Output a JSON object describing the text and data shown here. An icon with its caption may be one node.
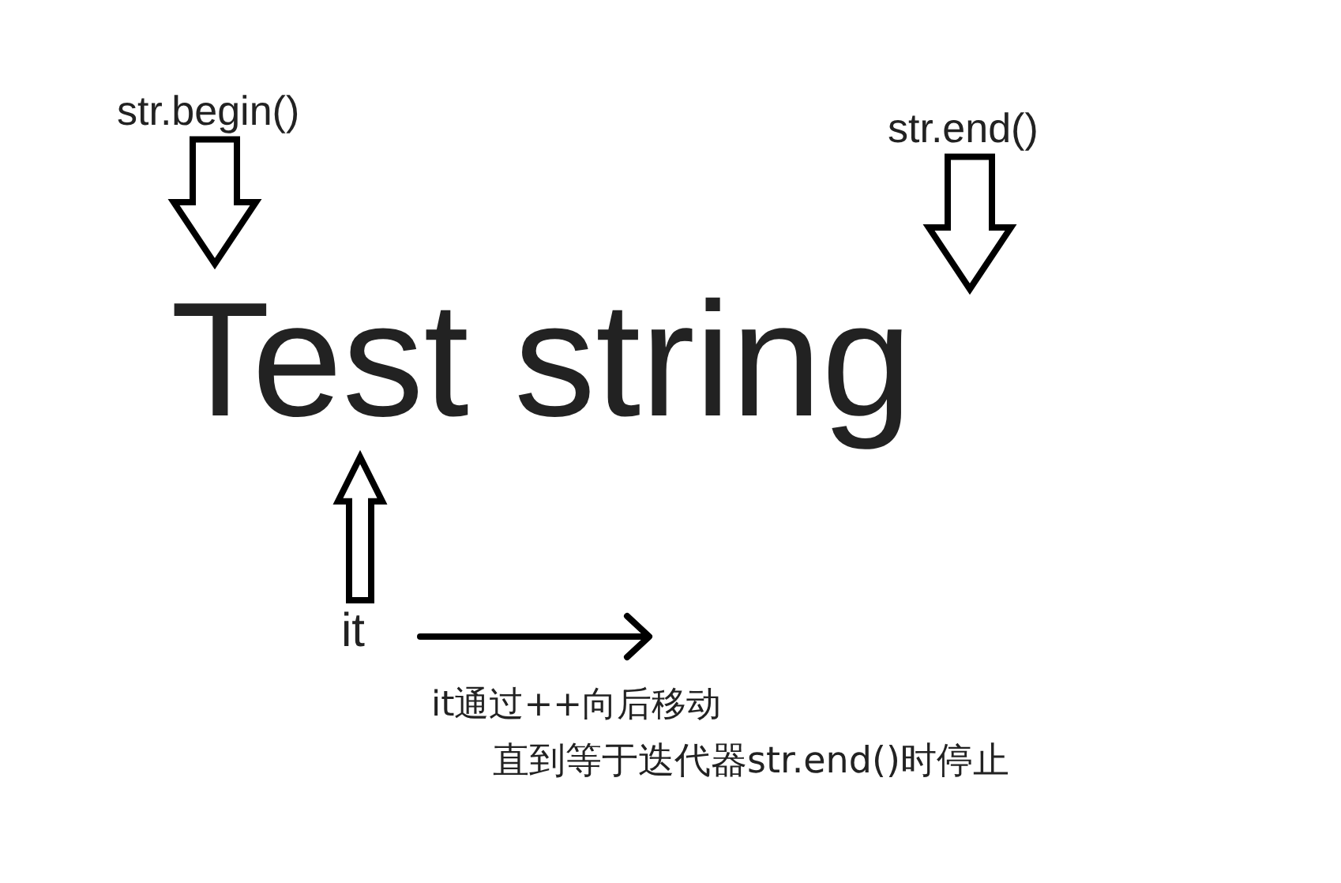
{
  "diagram": {
    "nodes": [
      {
        "text": [
          "str.begin()"
        ]
      },
      {
        "text": [
          "str.end()"
        ]
      },
      {
        "text": [
          "Test string"
        ]
      },
      {
        "text": [
          "it"
        ]
      }
    ],
    "edges": [
      {
        "from": 0,
        "to": 2,
        "arrow": "to"
      },
      {
        "from": 1,
        "to": null,
        "arrow": "to"
      },
      {
        "from": 3,
        "to": 2,
        "arrow": "to"
      }
    ],
    "labels": [
      "it通过++向后移动",
      "直到等于迭代器str.end()时停止"
    ]
  }
}
